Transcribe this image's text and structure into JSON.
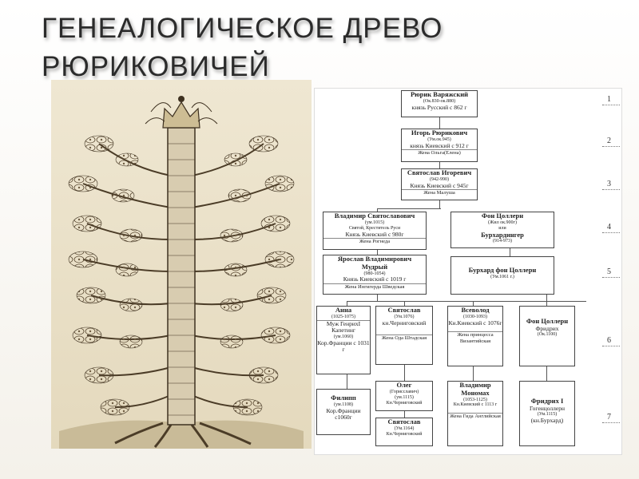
{
  "title": [
    "ГЕНЕАЛОГИЧЕСКОЕ ДРЕВО",
    "РЮРИКОВИЧЕЙ"
  ],
  "generations": [
    "1",
    "2",
    "3",
    "4",
    "5",
    "6",
    "7"
  ],
  "nodes": {
    "rurik": {
      "name": "Рюрик Варяжский",
      "sub": "(Ок.830-ок.880)",
      "title": "князь Русский с 862 г"
    },
    "igor": {
      "name": "Игорь Рюрикович",
      "sub": "(Ум.ок.945)",
      "title": "князь Киевский с 912 г",
      "wife": "Жена Ольга(Елена)"
    },
    "svyatoslav1": {
      "name": "Святослав Игоревич",
      "sub": "(942-990)",
      "title": "Князь Киевский с 945г",
      "wife": "Жена Малуша"
    },
    "vladimir": {
      "name": "Владимир Святославович",
      "sub": "(ум.1015)",
      "extra": "Святой, Креститель Руси",
      "title": "Князь Киевский с 980г",
      "wife": "Жена Рогнеда"
    },
    "fon1": {
      "name": "Фон Цоллерн",
      "sub": "(Жил ок.900г)",
      "extra": "или",
      "name2": "Бурхардингер",
      "sub2": "(914-973)"
    },
    "yaroslav": {
      "name": "Ярослав Владимирович",
      "name2": "Мудрый",
      "sub": "(980-1054)",
      "title": "Князь Киевский с 1019 г",
      "wife": "Жена Ингигерда Шведская"
    },
    "burhard": {
      "name": "Бурхард фон Цоллерн",
      "sub": "(Ум.1061 г.)"
    },
    "anna": {
      "name": "Анна",
      "sub": "(1025-1075)",
      "extra": "Муж ГенрихI Капетинг",
      "sub2": "(ум.1060)",
      "title": "Кор.Франции с 1031 г"
    },
    "svyatoslav2": {
      "name": "Святослав",
      "sub": "(Ум.1076)",
      "title": "кн.Черниговский",
      "wife": "Жена Ода Штадская"
    },
    "vsevolod": {
      "name": "Всеволод",
      "sub": "(1030-1093)",
      "title": "Кн.Киевский с 1076г",
      "wife": "Жена принцесса Византийская"
    },
    "fon2": {
      "name": "Фон Цоллерн",
      "extra": "Фридрих",
      "sub": "(Ок.1100)"
    },
    "philip": {
      "name": "Филипп",
      "sub": "(ум.1108)",
      "title": "Кор.Франции с1060г"
    },
    "oleg": {
      "name": "Олег",
      "extra": "(Горисславич)",
      "sub": "(ум.1115)",
      "title": "Кн.Черниговский"
    },
    "vladimir2": {
      "name": "Владимир",
      "name2": "Мономах",
      "sub": "(1053-1125)",
      "title": "Кн.Киевский с 1113 г",
      "wife": "Жена Гида Английская"
    },
    "friedrich": {
      "name": "Фридрих I",
      "extra": "Гогенцоллерн",
      "sub": "(Ум.1115)",
      "title": "(кн.Бурхард)"
    },
    "svyatoslav3": {
      "name": "Святослав",
      "sub": "(Ум.1164)",
      "title": "Кн.Черниговский"
    }
  }
}
